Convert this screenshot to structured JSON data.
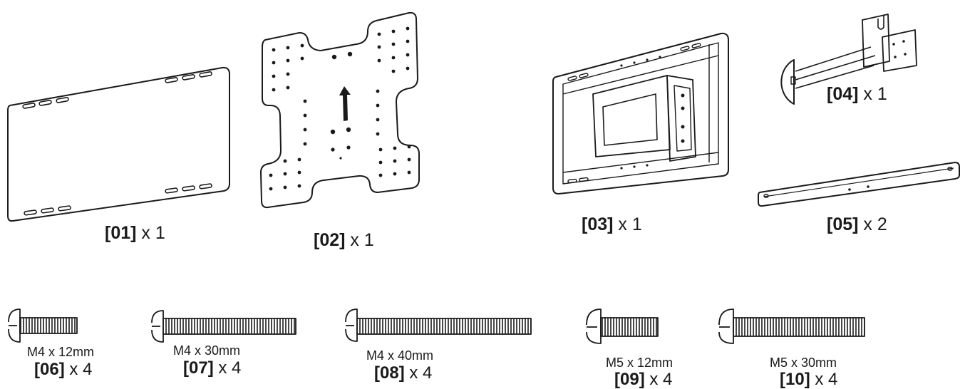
{
  "parts": [
    {
      "id": "[01]",
      "qty": "x 1"
    },
    {
      "id": "[02]",
      "qty": "x 1"
    },
    {
      "id": "[03]",
      "qty": "x 1"
    },
    {
      "id": "[04]",
      "qty": "x 1"
    },
    {
      "id": "[05]",
      "qty": "x 2"
    }
  ],
  "screws": [
    {
      "size": "M4 x 12mm",
      "id": "[06]",
      "qty": "x 4"
    },
    {
      "size": "M4 x 30mm",
      "id": "[07]",
      "qty": "x 4"
    },
    {
      "size": "M4 x 40mm",
      "id": "[08]",
      "qty": "x 4"
    },
    {
      "size": "M5 x 12mm",
      "id": "[09]",
      "qty": "x 4"
    },
    {
      "size": "M5 x 30mm",
      "id": "[10]",
      "qty": "x 4"
    }
  ]
}
